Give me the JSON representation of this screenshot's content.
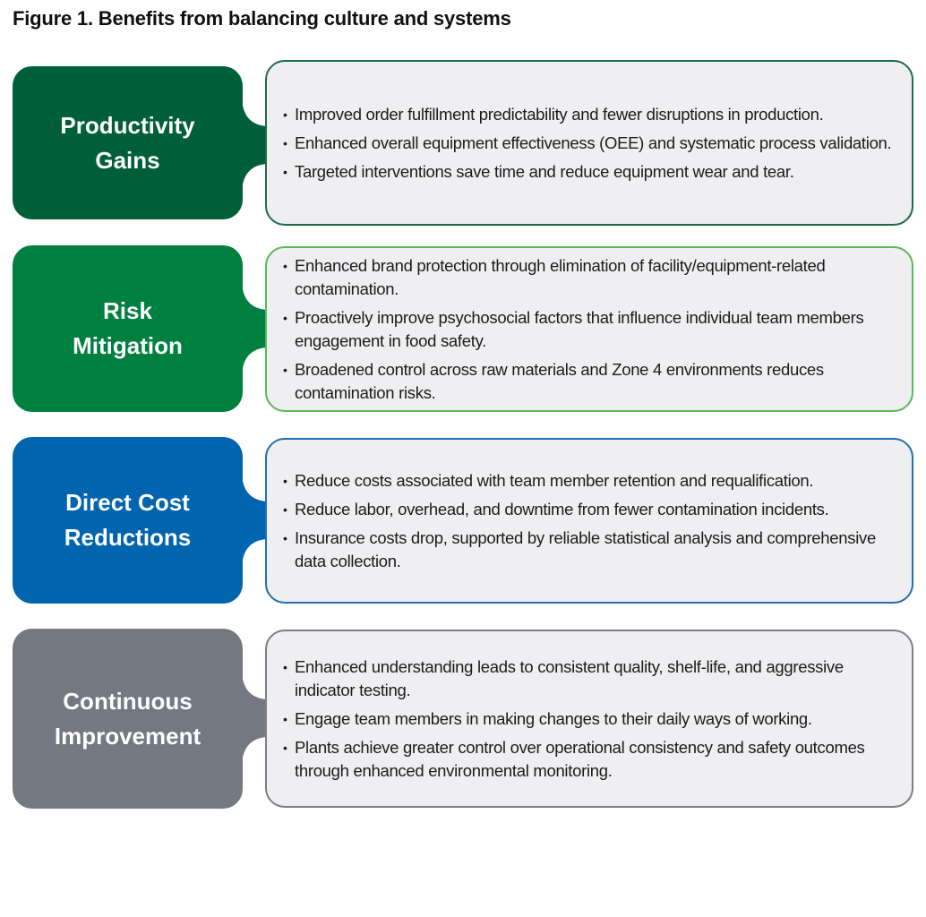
{
  "figure": {
    "title": "Figure 1. Benefits from balancing culture and systems"
  },
  "rows": [
    {
      "category_lines": [
        "Productivity",
        "Gains"
      ],
      "tab_color": "#005f3b",
      "border_color": "#1f6b45",
      "bullets": [
        "Improved order fulfillment predictability and fewer disruptions in production.",
        "Enhanced overall equipment effectiveness (OEE) and systematic process validation.",
        "Targeted interventions save time and reduce equipment wear and tear."
      ]
    },
    {
      "category_lines": [
        "Risk",
        "Mitigation"
      ],
      "tab_color": "#00803f",
      "border_color": "#5bb85b",
      "bullets": [
        "Enhanced brand protection through elimination of facility/equipment-related contamination.",
        "Proactively improve psychosocial factors that influence individual team members engagement in food safety.",
        "Broadened control across raw materials and Zone 4 environments reduces contamination risks."
      ]
    },
    {
      "category_lines": [
        "Direct Cost",
        "Reductions"
      ],
      "tab_color": "#0064af",
      "border_color": "#1f6fb2",
      "bullets": [
        "Reduce costs associated with team member retention and requalification.",
        "Reduce labor, overhead, and downtime from fewer contamination incidents.",
        "Insurance costs drop, supported by reliable statistical analysis and comprehensive data collection."
      ]
    },
    {
      "category_lines": [
        "Continuous",
        "Improvement"
      ],
      "tab_color": "#747880",
      "border_color": "#7b7f86",
      "bullets": [
        "Enhanced understanding leads to consistent quality, shelf-life, and aggressive indicator testing.",
        "Engage team members in making changes to their daily ways of working.",
        "Plants achieve greater control over operational consistency and safety outcomes through enhanced environmental monitoring."
      ]
    }
  ]
}
